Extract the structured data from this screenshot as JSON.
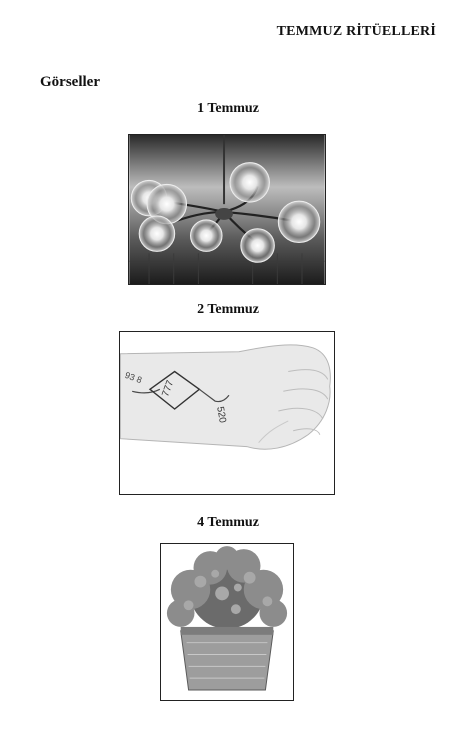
{
  "header": {
    "title": "TEMMUZ RİTÜELLERİ"
  },
  "section": {
    "title": "Görseller"
  },
  "figures": [
    {
      "caption": "1 Temmuz",
      "image": "chandelier-with-globe-bulbs"
    },
    {
      "caption": "2 Temmuz",
      "image": "wrist-with-tattoo",
      "tattoo_text": [
        "93 8",
        "777",
        "520"
      ]
    },
    {
      "caption": "4 Temmuz",
      "image": "potted-plant"
    }
  ]
}
